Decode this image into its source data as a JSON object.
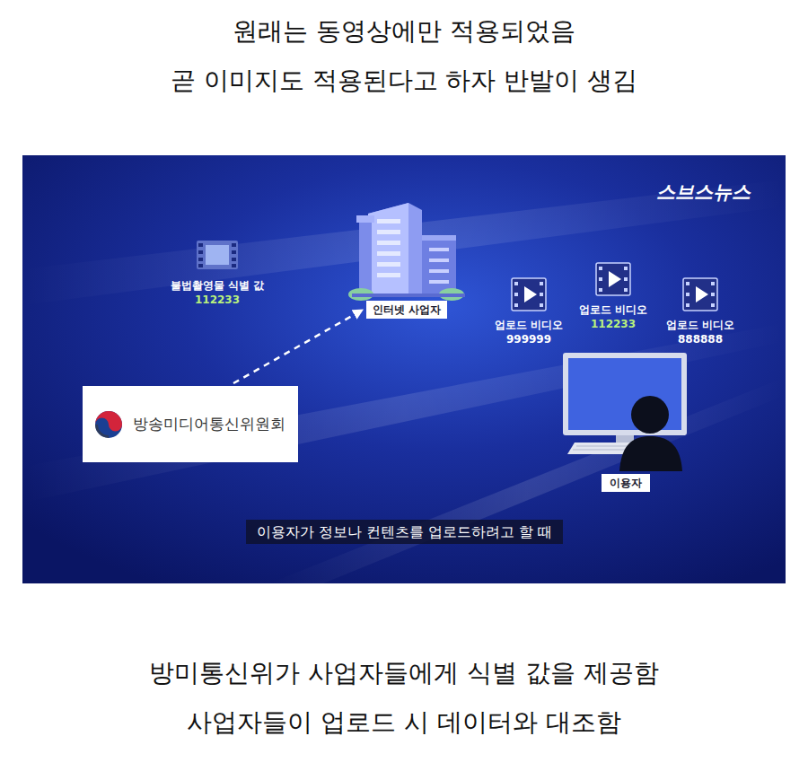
{
  "diagram": {
    "nodes": [
      {
        "text": [
          "인터넷 사업자"
        ]
      },
      {
        "text": [
          "방송미디어통신위원회"
        ]
      },
      {
        "text": [
          "이용자"
        ]
      },
      {
        "text": [
          "이용자가 정보나 컨텐츠를 업로드하려고 할 때"
        ]
      }
    ],
    "edges": [
      {
        "from": 1,
        "to": 0,
        "arrow": "to"
      }
    ],
    "labels": [
      "원래는 동영상에만 적용되었음",
      "곧 이미지도 적용된다고 하자 반발이 생김",
      "스브스뉴스",
      "불법촬영물 식별 값",
      "112233",
      "업로드 비디오",
      "999999",
      "업로드 비디오",
      "112233",
      "업로드 비디오",
      "888888",
      "방미통신위가 사업자들에게 식별 값을 제공함",
      "사업자들이 업로드 시 데이터와 대조함"
    ]
  }
}
